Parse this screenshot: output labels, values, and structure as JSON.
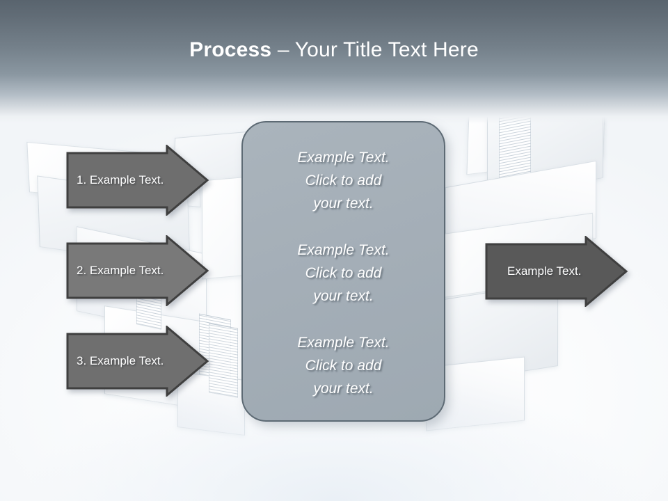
{
  "slide": {
    "title_bold": "Process",
    "title_rest": " – Your Title Text Here",
    "title_full": "Process – Your Title Text Here"
  },
  "colors": {
    "header_top": "#59646e",
    "header_mid": "#8a97a1",
    "panel_fill": "#a6b0b8",
    "panel_border": "#5d6a74",
    "arrow_fill_1": "#6e6e6e",
    "arrow_fill_2": "#797979",
    "arrow_fill_3": "#6f6f6f",
    "arrow_fill_out": "#595959",
    "arrow_border": "#3f3f3f",
    "text_white": "#ffffff"
  },
  "input_arrows": [
    {
      "label": "1. Example Text.",
      "fill": "#6e6e6e"
    },
    {
      "label": "2. Example Text.",
      "fill": "#797979"
    },
    {
      "label": "3. Example Text.",
      "fill": "#6f6f6f"
    }
  ],
  "output_arrow": {
    "label": "Example Text.",
    "fill": "#595959"
  },
  "center_panel": {
    "paragraphs": [
      "Example Text.\nClick  to add\nyour text.",
      "Example Text.\nClick  to add\nyour text.",
      "Example Text.\nClick  to add\nyour text."
    ]
  }
}
